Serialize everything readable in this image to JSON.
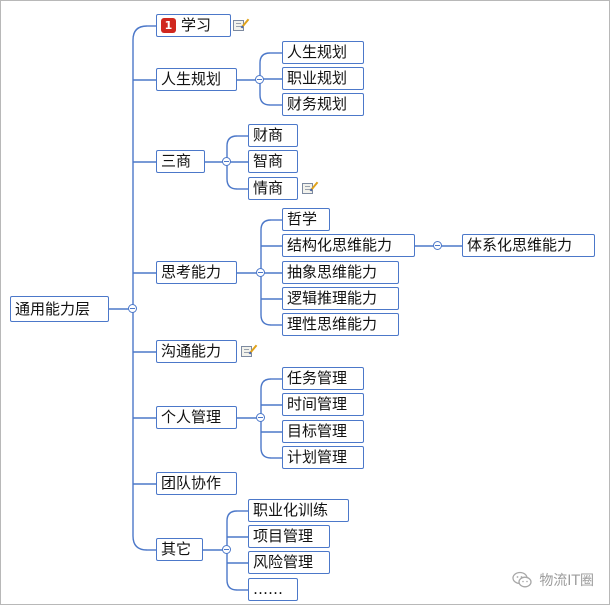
{
  "mindmap": {
    "root": "通用能力层",
    "branches": [
      {
        "label": "学习",
        "badge": "1",
        "note": true,
        "children": []
      },
      {
        "label": "人生规划",
        "children": [
          "人生规划",
          "职业规划",
          "财务规划"
        ]
      },
      {
        "label": "三商",
        "children": [
          {
            "label": "财商"
          },
          {
            "label": "智商"
          },
          {
            "label": "情商",
            "note": true
          }
        ]
      },
      {
        "label": "思考能力",
        "children": [
          {
            "label": "哲学"
          },
          {
            "label": "结构化思维能力",
            "children": [
              "体系化思维能力"
            ]
          },
          {
            "label": "抽象思维能力"
          },
          {
            "label": "逻辑推理能力"
          },
          {
            "label": "理性思维能力"
          }
        ]
      },
      {
        "label": "沟通能力",
        "note": true,
        "children": []
      },
      {
        "label": "个人管理",
        "children": [
          "任务管理",
          "时间管理",
          "目标管理",
          "计划管理"
        ]
      },
      {
        "label": "团队协作",
        "children": []
      },
      {
        "label": "其它",
        "children": [
          "职业化训练",
          "项目管理",
          "风险管理",
          "……"
        ]
      }
    ]
  },
  "watermark": {
    "text": "物流IT圈",
    "icon": "chat-bubble-icon"
  },
  "colors": {
    "connector": "#4c78c9",
    "badge": "#d0271e"
  }
}
